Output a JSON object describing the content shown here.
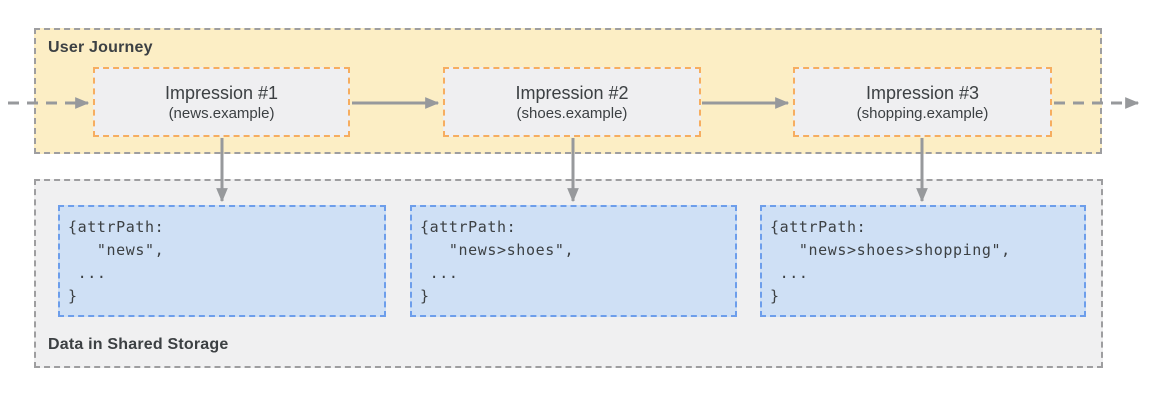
{
  "user_journey": {
    "label": "User Journey",
    "impressions": [
      {
        "title": "Impression #1",
        "subtitle": "(news.example)"
      },
      {
        "title": "Impression #2",
        "subtitle": "(shoes.example)"
      },
      {
        "title": "Impression #3",
        "subtitle": "(shopping.example)"
      }
    ]
  },
  "shared_storage": {
    "label": "Data in Shared Storage",
    "entries": [
      {
        "code": "{attrPath:\n   \"news\",\n ...\n}"
      },
      {
        "code": "{attrPath:\n   \"news>shoes\",\n ...\n}"
      },
      {
        "code": "{attrPath:\n   \"news>shoes>shopping\",\n ...\n}"
      }
    ]
  },
  "colors": {
    "journey_fill": "#FCEEC5",
    "journey_border": "#9E9EA0",
    "impression_fill": "#EFEFF1",
    "impression_border": "#F6AD60",
    "storage_fill": "#F0F0F1",
    "storage_border": "#9E9EA0",
    "entry_fill": "#CFE0F5",
    "entry_border": "#6D9EEB",
    "arrow": "#97999C",
    "text": "#3C4043"
  }
}
